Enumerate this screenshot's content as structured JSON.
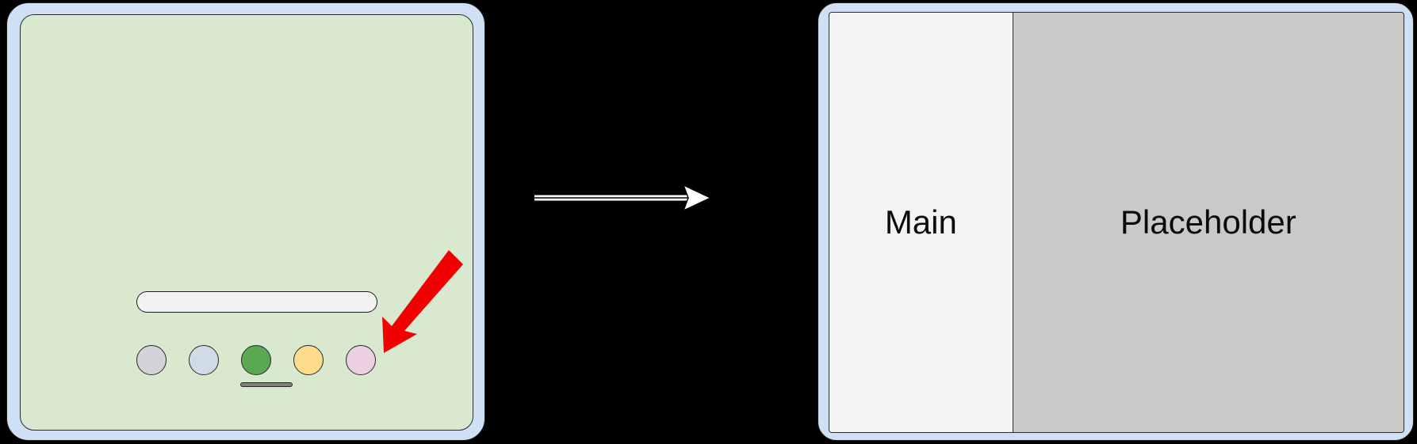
{
  "scene": {
    "background_color": "#000000",
    "description": "before-after UI transition"
  },
  "left_device": {
    "name": "tablet-before",
    "bezel_color": "#cfe0f5",
    "screen_color": "#d9e9cf",
    "search_bar": {
      "value": "",
      "placeholder": "",
      "fill_color": "#f2f2f2"
    },
    "dock": {
      "items": [
        {
          "name": "dock-icon-grey",
          "color": "#d6d3d8"
        },
        {
          "name": "dock-icon-blue",
          "color": "#cfdce5"
        },
        {
          "name": "dock-icon-green",
          "color": "#57a council"
        },
        {
          "name": "dock-icon-yellow",
          "color": "#fddc8e"
        },
        {
          "name": "dock-icon-pink",
          "color": "#edcfe2"
        }
      ]
    },
    "home_indicator": {
      "color": "#808080"
    },
    "annotation": {
      "name": "red-pointer-arrow",
      "color": "#f00000",
      "points_at": "dock-icon-pink"
    }
  },
  "transition": {
    "name": "transition-arrow",
    "direction": "right",
    "stroke_color": "#ffffff"
  },
  "right_device": {
    "name": "tablet-after",
    "bezel_color": "#cfe0f5",
    "split_view": {
      "panes": [
        {
          "name": "pane-main",
          "label": "Main",
          "background": "#f3f3f3"
        },
        {
          "name": "pane-placeholder",
          "label": "Placeholder",
          "background": "#c9c9c9"
        }
      ]
    }
  }
}
